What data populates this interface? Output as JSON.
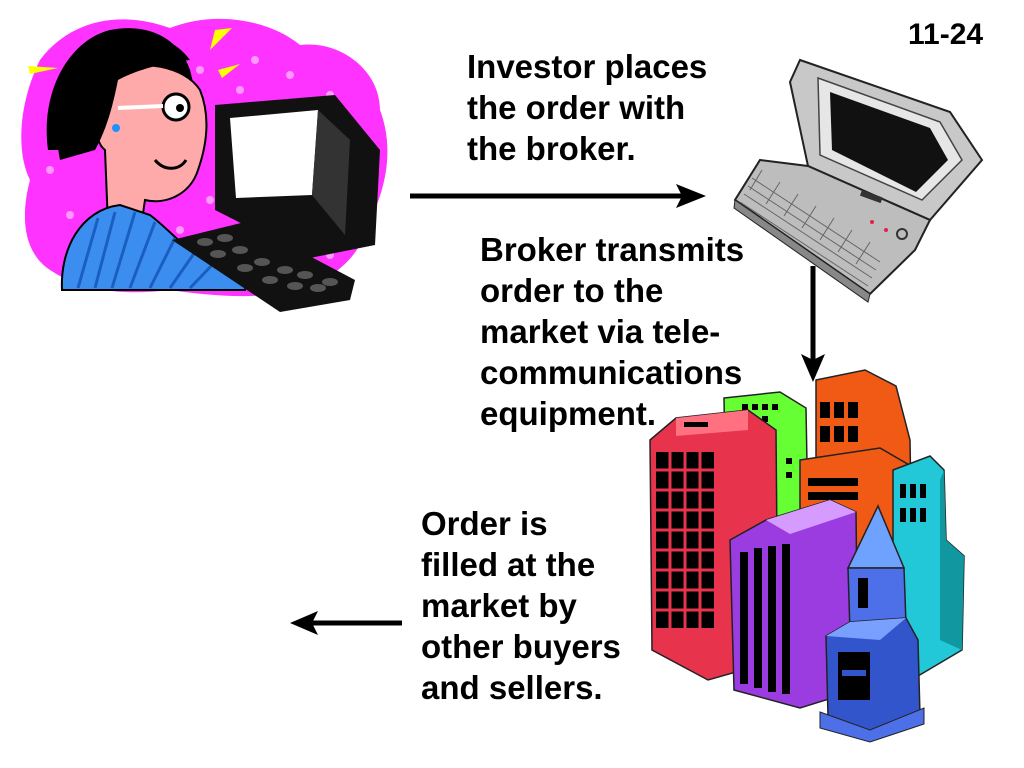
{
  "slide": {
    "page_number": "11-24",
    "steps": [
      {
        "lines": [
          "Investor places",
          "the order with",
          "the broker."
        ]
      },
      {
        "lines": [
          "Broker transmits",
          "order to the",
          "market via tele-",
          "communications",
          "equipment."
        ]
      },
      {
        "lines": [
          "Order is",
          "filled at the",
          "market by",
          "other buyers",
          "and sellers."
        ]
      }
    ]
  },
  "colors": {
    "text": "#000000",
    "blob_background": "#ff33ff",
    "sweater": "#3b8ef0",
    "building_red": "#e8334d",
    "building_green": "#66ff33",
    "building_orange": "#f05a14",
    "building_purple": "#9b3ce0",
    "building_blue": "#4d6fe8",
    "building_cyan": "#22c8d8"
  },
  "icons": {
    "investor": "investor-at-computer-icon",
    "broker": "laptop-icon",
    "market": "city-buildings-icon"
  }
}
